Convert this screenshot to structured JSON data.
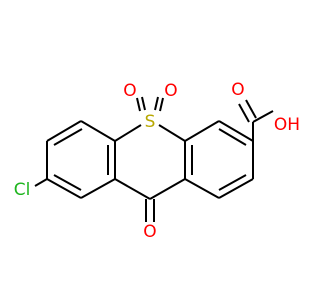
{
  "atoms": {
    "sulfur": {
      "text": "S"
    },
    "sulfonyl_o_left": {
      "text": "O"
    },
    "sulfonyl_o_right": {
      "text": "O"
    },
    "ketone_o": {
      "text": "O"
    },
    "chlorine": {
      "text": "Cl"
    },
    "acid_o_top": {
      "text": "O"
    },
    "acid_oh": {
      "text": "OH"
    }
  },
  "colors": {
    "bond": "#000000",
    "sulfur": "#b8a800",
    "oxygen": "#ff0000",
    "chlorine": "#1fb51f",
    "background": "#ffffff"
  }
}
